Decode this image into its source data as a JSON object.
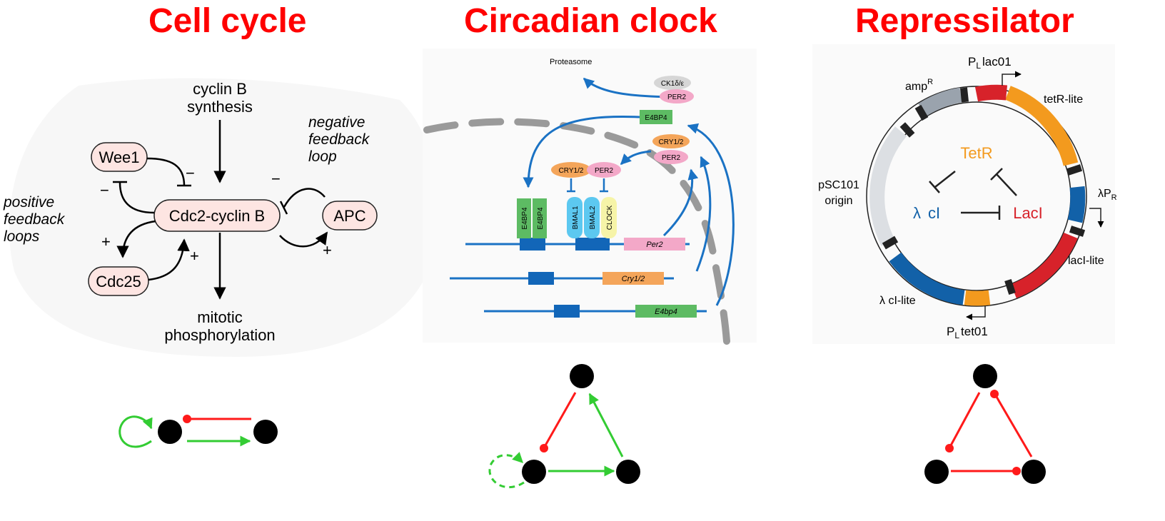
{
  "titles": {
    "cell_cycle": "Cell cycle",
    "circadian": "Circadian clock",
    "repressilator": "Repressilator"
  },
  "cell_cycle": {
    "cyclin_b_line1": "cyclin B",
    "cyclin_b_line2": "synthesis",
    "wee1": "Wee1",
    "cdc2": "Cdc2-cyclin B",
    "apc": "APC",
    "cdc25": "Cdc25",
    "mitotic_line1": "mitotic",
    "mitotic_line2": "phosphorylation",
    "negative_line1": "negative",
    "negative_line2": "feedback",
    "negative_line3": "loop",
    "positive_line1": "positive",
    "positive_line2": "feedback",
    "positive_line3": "loops",
    "minus": "−",
    "plus": "+"
  },
  "circadian": {
    "proteasome": "Proteasome",
    "ck1": "CK1δ/ε",
    "per2": "PER2",
    "e4bp4": "E4BP4",
    "cry12": "CRY1/2",
    "bmal1": "BMAL1",
    "bmal2": "BMAL2",
    "clock": "CLOCK",
    "gene_per2": "Per2",
    "gene_cry12": "Cry1/2",
    "gene_e4bp4": "E4bp4"
  },
  "repressilator": {
    "plac_p": "P",
    "plac_sub": "L",
    "plac_rest": "lac01",
    "amp": "amp",
    "amp_sup": "R",
    "tetr_lite": "tetR-lite",
    "tetr": "TetR",
    "psc_line1": "pSC101",
    "psc_line2": "origin",
    "lambda": "λ",
    "ci": "cI",
    "laci": "LacI",
    "lpr_l": "λP",
    "lpr_sub": "R",
    "laci_lite": "lacI-lite",
    "ci_lite": "λ  cI-lite",
    "ptet_p": "P",
    "ptet_sub": "L",
    "ptet_rest": "tet01"
  },
  "colors": {
    "title": "#ff0000",
    "activation": "#33cc33",
    "repression": "#ff1a1a",
    "node": "#000000",
    "pathway_arrow": "#1a72c4",
    "tetr_orange": "#f39a1e",
    "laci_red": "#d7222a",
    "ci_blue": "#1261a8"
  },
  "motifs": {
    "cell_cycle": {
      "nodes": 2,
      "edges": [
        "self-activation",
        "activation",
        "repression"
      ]
    },
    "circadian": {
      "nodes": 3,
      "edges": [
        "self-activation (dashed)",
        "activation",
        "activation",
        "repression"
      ]
    },
    "repressilator": {
      "nodes": 3,
      "edges": [
        "repression",
        "repression",
        "repression"
      ]
    }
  }
}
